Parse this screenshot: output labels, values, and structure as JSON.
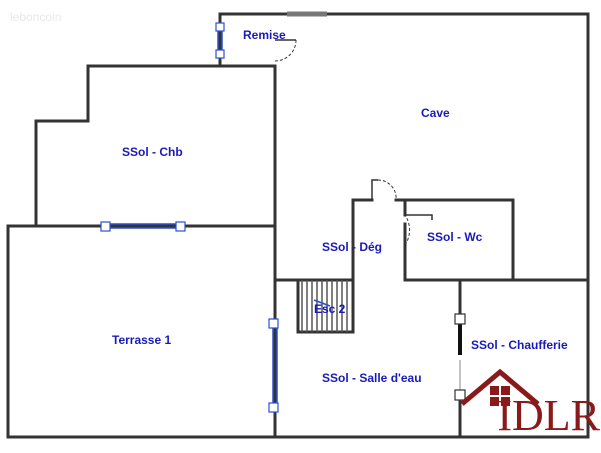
{
  "watermark": "leboncoin",
  "rooms": {
    "remise": "Remise",
    "cave": "Cave",
    "chambre": "SSol - Chb",
    "degagement": "SSol - Dég",
    "wc": "SSol - Wc",
    "escalier": "Esc 2",
    "terrasse": "Terrasse 1",
    "salle_eau": "SSol - Salle d'eau",
    "chaufferie": "SSol - Chaufferie"
  },
  "logo": {
    "text": "IDLR",
    "color": "#8a1a1a"
  },
  "colors": {
    "label": "#1a1ab8",
    "wall": "#333333",
    "window": "#2a4fd0"
  }
}
